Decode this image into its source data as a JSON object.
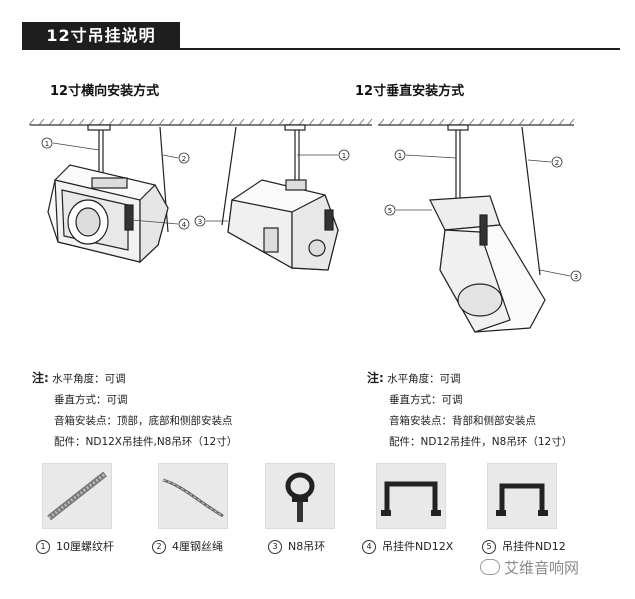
{
  "header": {
    "title": "12寸吊挂说明"
  },
  "sections": {
    "horizontal": "12寸横向安装方式",
    "vertical": "12寸垂直安装方式"
  },
  "callouts": [
    "1",
    "2",
    "3",
    "4",
    "5"
  ],
  "notes_left": {
    "label": "注",
    "colon": ":",
    "lines": [
      "水平角度：可调",
      "垂直方式：可调",
      "音箱安装点：顶部，底部和侧部安装点",
      "配件：ND12X吊挂件,N8吊环（12寸）"
    ]
  },
  "notes_right": {
    "label": "注",
    "colon": ":",
    "lines": [
      "水平角度：可调",
      "垂直方式：可调",
      "音箱安装点：背部和侧部安装点",
      "配件：ND12吊挂件，N8吊环（12寸）"
    ]
  },
  "parts": [
    {
      "num": "1",
      "label": "10厘螺纹杆",
      "icon": "threaded-rod-icon"
    },
    {
      "num": "2",
      "label": "4厘钢丝绳",
      "icon": "wire-rope-icon"
    },
    {
      "num": "3",
      "label": "N8吊环",
      "icon": "eye-bolt-icon"
    },
    {
      "num": "4",
      "label": "吊挂件ND12X",
      "icon": "bracket-nd12x-icon"
    },
    {
      "num": "5",
      "label": "吊挂件ND12",
      "icon": "bracket-nd12-icon"
    }
  ],
  "watermark": "艾维音响网",
  "colors": {
    "title_bg": "#1e1e1e",
    "title_text": "#ffffff"
  }
}
